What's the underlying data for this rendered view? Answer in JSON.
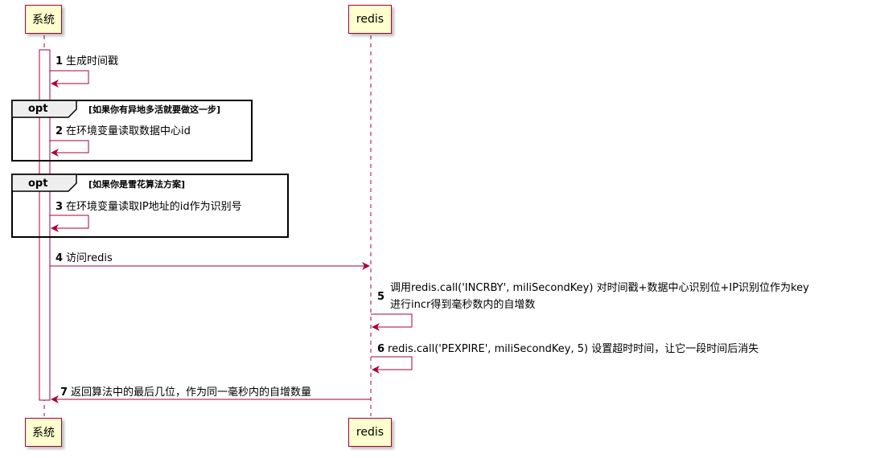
{
  "participants": {
    "system": "系统",
    "redis": "redis"
  },
  "fragments": [
    {
      "keyword": "opt",
      "guard": "[如果你有异地多活就要做这一步]"
    },
    {
      "keyword": "opt",
      "guard": "[如果你是雪花算法方案]"
    }
  ],
  "messages": [
    {
      "num": "1",
      "text": "生成时间戳"
    },
    {
      "num": "2",
      "text": "在环境变量读取数据中心id"
    },
    {
      "num": "3",
      "text": "在环境变量读取IP地址的id作为识别号"
    },
    {
      "num": "4",
      "text": "访问redis"
    },
    {
      "num": "5",
      "line1": "调用redis.call('INCRBY', miliSecondKey) 对时间戳+数据中心识别位+IP识别位作为key",
      "line2": " 进行incr得到毫秒数内的自增数"
    },
    {
      "num": "6",
      "text": "redis.call('PEXPIRE', miliSecondKey, 5) 设置超时时间，让它一段时间后消失"
    },
    {
      "num": "7",
      "text": "返回算法中的最后几位，作为同一毫秒内的自增数量"
    }
  ],
  "colors": {
    "arrow": "#A80036",
    "participant_fill": "#FEFECE",
    "activation_fill": "#FFFFFF",
    "frame": "#000000"
  }
}
